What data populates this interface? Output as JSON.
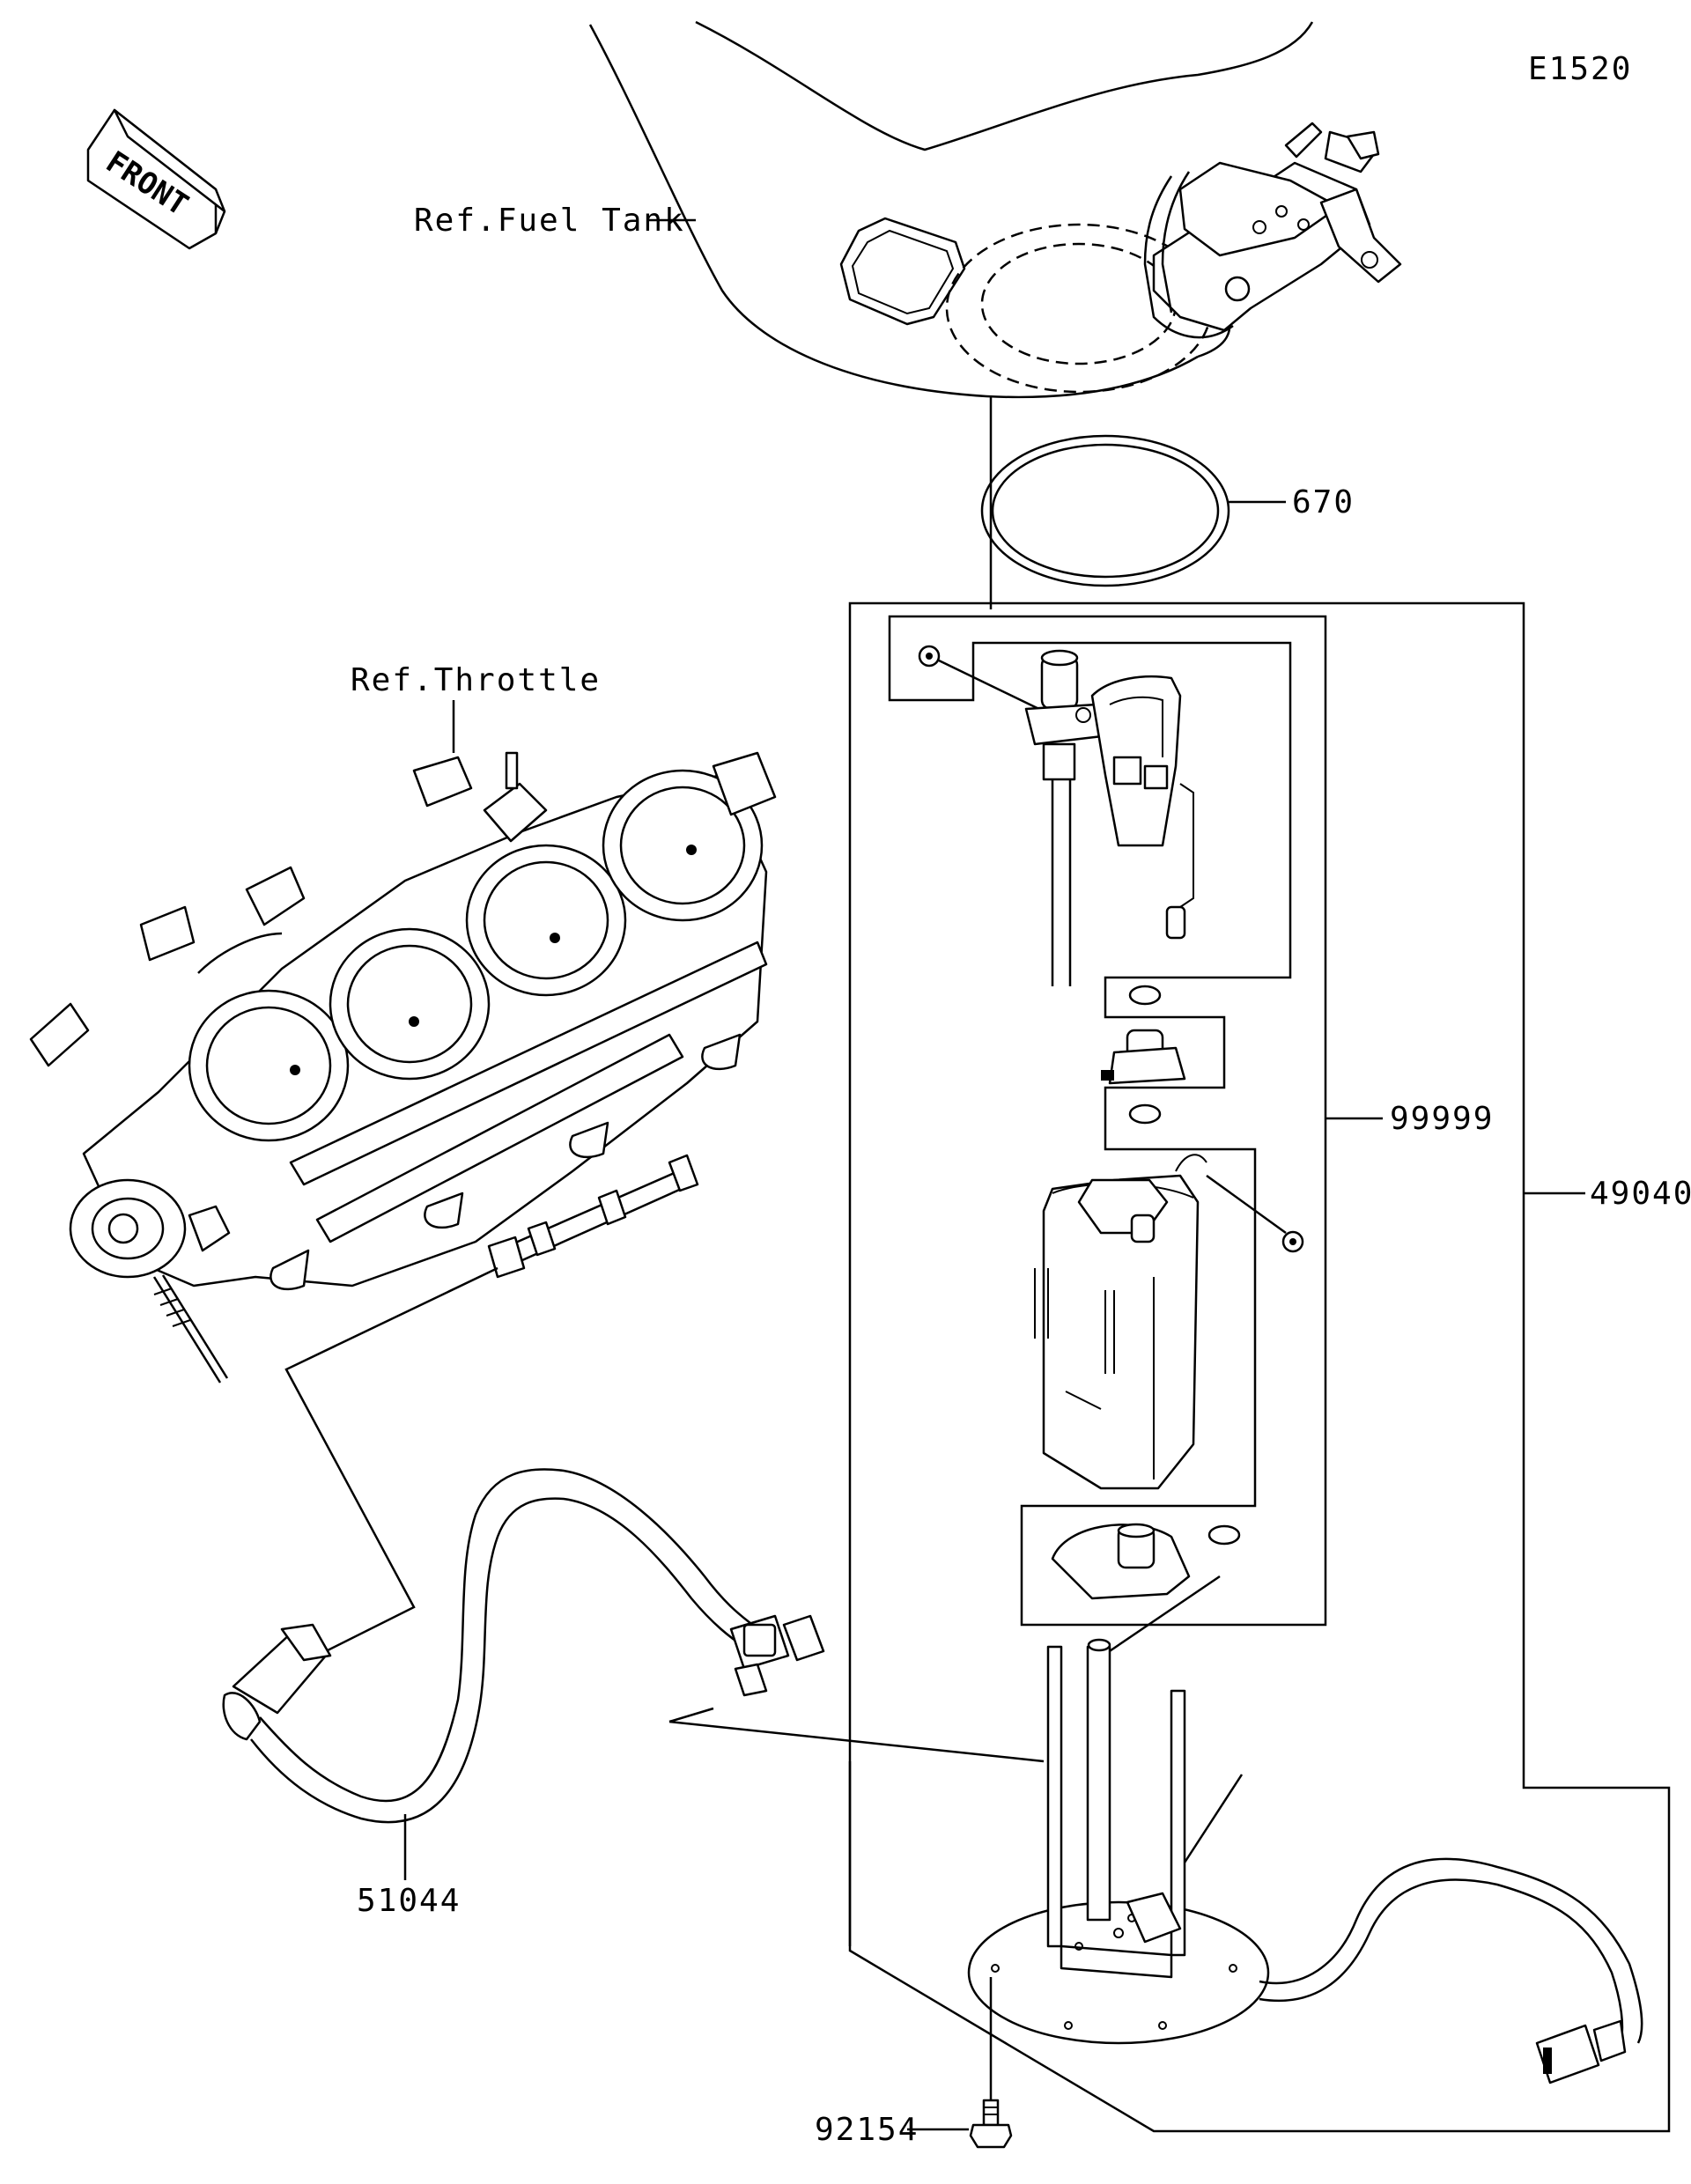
{
  "diagram": {
    "code": "E1520",
    "front_label": "FRONT",
    "references": {
      "fuel_tank": "Ref.Fuel Tank",
      "throttle": "Ref.Throttle"
    },
    "parts": [
      {
        "number": "670"
      },
      {
        "number": "99999"
      },
      {
        "number": "49040"
      },
      {
        "number": "51044"
      },
      {
        "number": "92154"
      }
    ]
  }
}
